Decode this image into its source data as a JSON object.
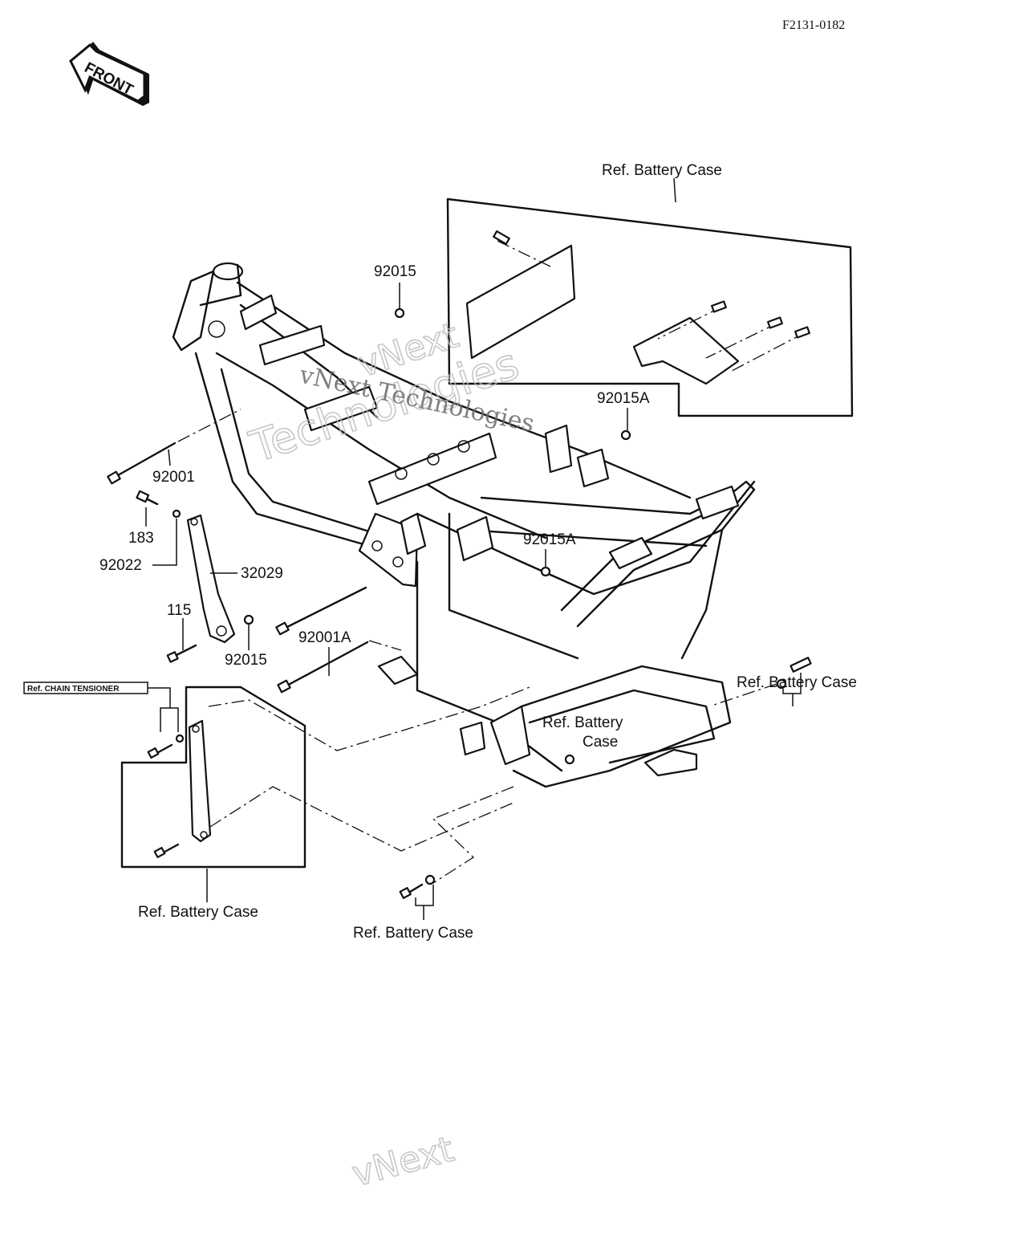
{
  "diagram": {
    "drawing_code": "F2131-0182",
    "front_marker": "FRONT",
    "labels": {
      "p92015_top": "92015",
      "p92015A_upper": "92015A",
      "p92001": "92001",
      "p183": "183",
      "p92022": "92022",
      "p32029": "32029",
      "p92015A_mid": "92015A",
      "p115": "115",
      "p92015_low": "92015",
      "p92001A": "92001A"
    },
    "references": {
      "battery_case_top": "Ref. Battery Case",
      "battery_case_right": "Ref. Battery Case",
      "battery_case_center_line1": "Ref. Battery",
      "battery_case_center_line2": "Case",
      "battery_case_bottom_left": "Ref. Battery Case",
      "battery_case_bottom_center": "Ref. Battery Case",
      "chain_tensioner": "Ref. CHAIN TENSIONER"
    },
    "watermark": {
      "line1": "vNext",
      "line2": "Technologies",
      "serif_text": "vNext Technologies",
      "bottom_text": "vNext"
    }
  }
}
